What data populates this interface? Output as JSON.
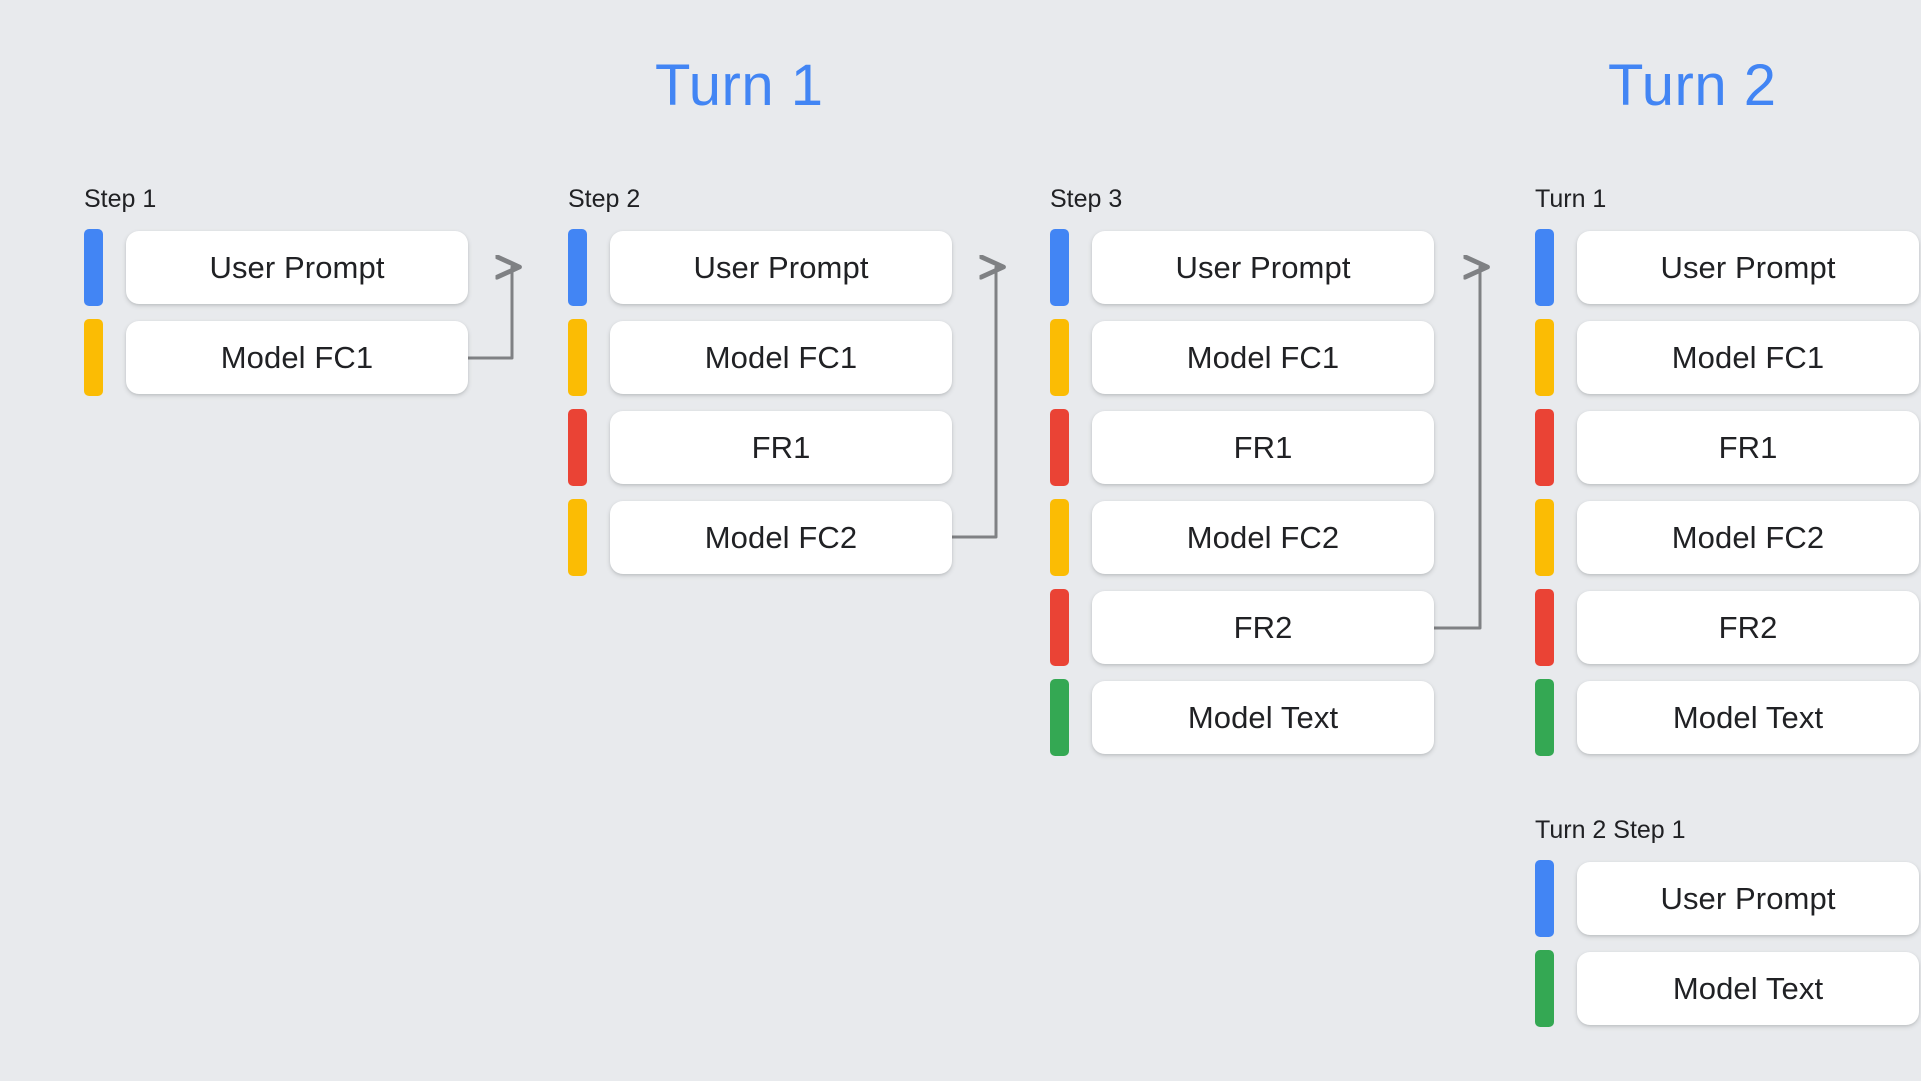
{
  "titles": {
    "turn1": "Turn 1",
    "turn2": "Turn 2"
  },
  "palette": {
    "background": "#E8EAED",
    "card": "#FFFFFF",
    "text": "#202124",
    "accent_blue": "#4285F4",
    "accent_yellow": "#FBBC04",
    "accent_red": "#EA4335",
    "accent_green": "#34A853",
    "connector": "#7F8184"
  },
  "groups": [
    {
      "id": "step-1",
      "label": "Step 1",
      "rows": [
        {
          "color": "#4285F4",
          "label": "User Prompt"
        },
        {
          "color": "#FBBC04",
          "label": "Model FC1"
        }
      ]
    },
    {
      "id": "step-2",
      "label": "Step 2",
      "rows": [
        {
          "color": "#4285F4",
          "label": "User Prompt"
        },
        {
          "color": "#FBBC04",
          "label": "Model FC1"
        },
        {
          "color": "#EA4335",
          "label": "FR1"
        },
        {
          "color": "#FBBC04",
          "label": "Model FC2"
        }
      ]
    },
    {
      "id": "step-3",
      "label": "Step 3",
      "rows": [
        {
          "color": "#4285F4",
          "label": "User Prompt"
        },
        {
          "color": "#FBBC04",
          "label": "Model FC1"
        },
        {
          "color": "#EA4335",
          "label": "FR1"
        },
        {
          "color": "#FBBC04",
          "label": "Model FC2"
        },
        {
          "color": "#EA4335",
          "label": "FR2"
        },
        {
          "color": "#34A853",
          "label": "Model Text"
        }
      ]
    },
    {
      "id": "turn2-turn-1",
      "label": "Turn 1",
      "rows": [
        {
          "color": "#4285F4",
          "label": "User Prompt"
        },
        {
          "color": "#FBBC04",
          "label": "Model FC1"
        },
        {
          "color": "#EA4335",
          "label": "FR1"
        },
        {
          "color": "#FBBC04",
          "label": "Model FC2"
        },
        {
          "color": "#EA4335",
          "label": "FR2"
        },
        {
          "color": "#34A853",
          "label": "Model Text"
        }
      ]
    },
    {
      "id": "turn2-step-1",
      "label": "Turn 2 Step 1",
      "rows": [
        {
          "color": "#4285F4",
          "label": "User Prompt"
        },
        {
          "color": "#34A853",
          "label": "Model Text"
        }
      ]
    }
  ],
  "connectors": [
    {
      "id": "step1-to-step2",
      "from": "Model FC1",
      "to": "User Prompt"
    },
    {
      "id": "step2-to-step3",
      "from": "Model FC2",
      "to": "User Prompt"
    },
    {
      "id": "step3-to-turn2",
      "from": "FR2",
      "to": "User Prompt"
    }
  ]
}
